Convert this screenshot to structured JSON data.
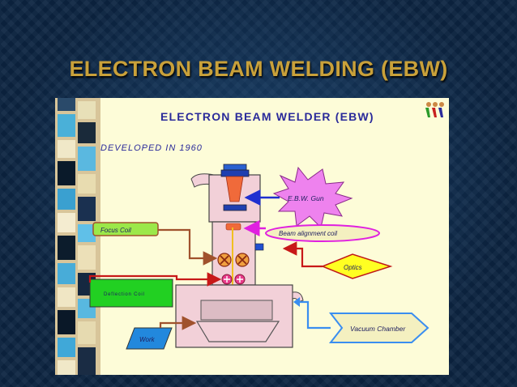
{
  "slide": {
    "title": "ELECTRON BEAM WELDING (EBW)"
  },
  "diagram": {
    "title": "ELECTRON BEAM WELDER (EBW)",
    "subtitle": "DEVELOPED IN 1960",
    "labels": {
      "gun": "E.B.W. Gun",
      "focus_coil": "Focus Coil",
      "beam_alignment_coil": "Beam alignment coil",
      "optics": "Optics",
      "deflection_coil": "Deflection Coil",
      "vacuum_chamber": "Vacuum Chamber",
      "work": "Work"
    }
  },
  "colors": {
    "title": "#c9a13a",
    "panel": "#fdfcd8",
    "machine": "#f2d0d8",
    "arrow_blue": "#1f2fd0",
    "arrow_magenta": "#e020e0",
    "arrow_red": "#c81818",
    "arrow_brown": "#a0522d",
    "focus_coil_box": "#9be84a",
    "deflection_coil_box": "#22d022",
    "optics_box": "#ffff22",
    "gun_burst": "#ee82ee",
    "vacuum_arrow": "#3a8ef0",
    "work_box": "#2288dd"
  },
  "icons": [
    "figures-logo-icon"
  ]
}
